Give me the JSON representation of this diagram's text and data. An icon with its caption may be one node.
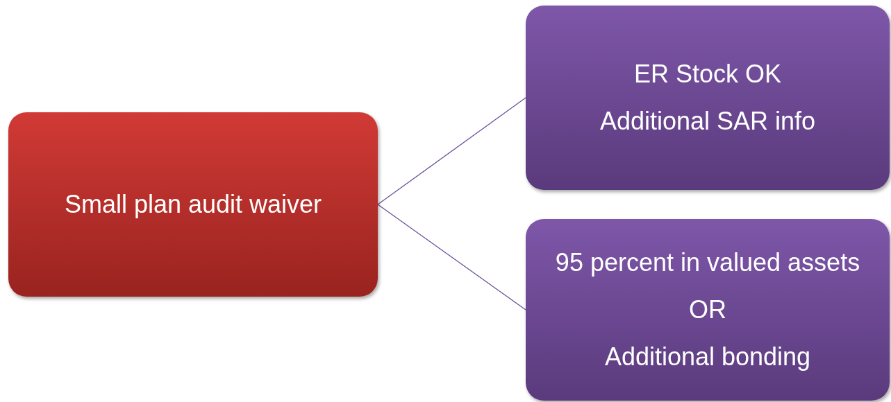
{
  "diagram": {
    "nodes": [
      {
        "text": [
          "Small plan audit waiver"
        ]
      },
      {
        "text": [
          "ER Stock OK",
          "Additional SAR info"
        ]
      },
      {
        "text": [
          "95 percent in valued assets",
          "OR",
          "Additional bonding"
        ]
      }
    ],
    "edges": [
      {
        "from": 0,
        "to": 1,
        "arrow": "none"
      },
      {
        "from": 0,
        "to": 2,
        "arrow": "none"
      }
    ]
  }
}
